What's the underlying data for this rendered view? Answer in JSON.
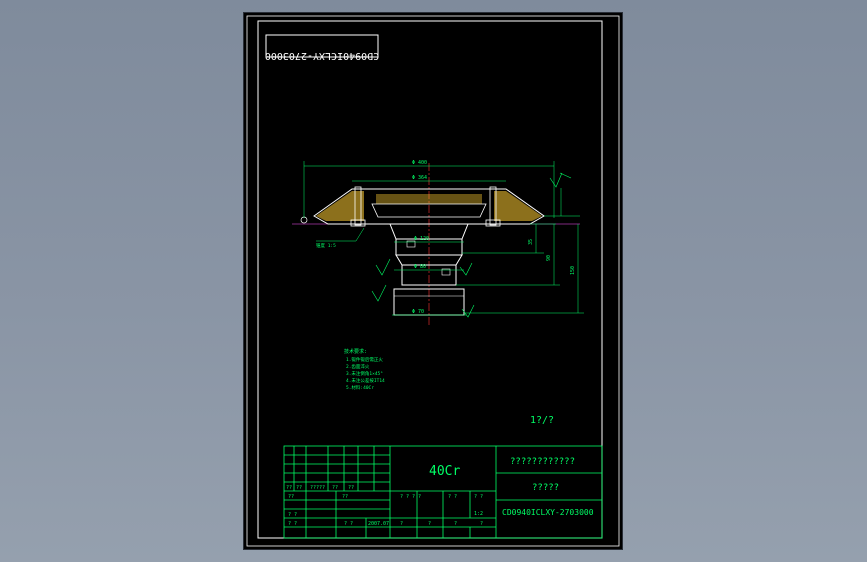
{
  "stamp_code": "CD0940ICLXY-2703000",
  "notes": {
    "heading": "技术要求:",
    "lines": [
      "1.锻件锻后需正火",
      "2.齿面淬火",
      "3.未注倒角1×45°",
      "4.未注公差按IT14",
      "5.材料:40Cr"
    ]
  },
  "roughness": "1?/?",
  "dimensions": {
    "d_top": "Φ 400",
    "d_mid": "Φ 364",
    "d_neck": "Φ 120",
    "d_hub": "Φ 80",
    "d_bore": "Φ 70",
    "dim_v1": "35",
    "dim_v2": "90",
    "dim_v3": "150",
    "leader": "锥度 1:5"
  },
  "title_block": {
    "material": "40Cr",
    "name": "????????????",
    "sub": "?????",
    "scale": "1:2",
    "code": "CD0940ICLXY-2703000",
    "date": "2007.07",
    "q": [
      "??",
      "??",
      "?????",
      "??",
      "??",
      "??",
      "??",
      "? ? ? ?",
      "? ?",
      "? ?",
      "? ?",
      "? ?",
      "? ?",
      "?",
      "?",
      "?",
      "?"
    ]
  },
  "colors": {
    "frame": "#ffffff",
    "line": "#ffffff",
    "green": "#00ff66",
    "cyan": "#00e5ff",
    "yellow": "#ffff00",
    "red": "#ff3333",
    "magenta": "#ff55ff"
  }
}
